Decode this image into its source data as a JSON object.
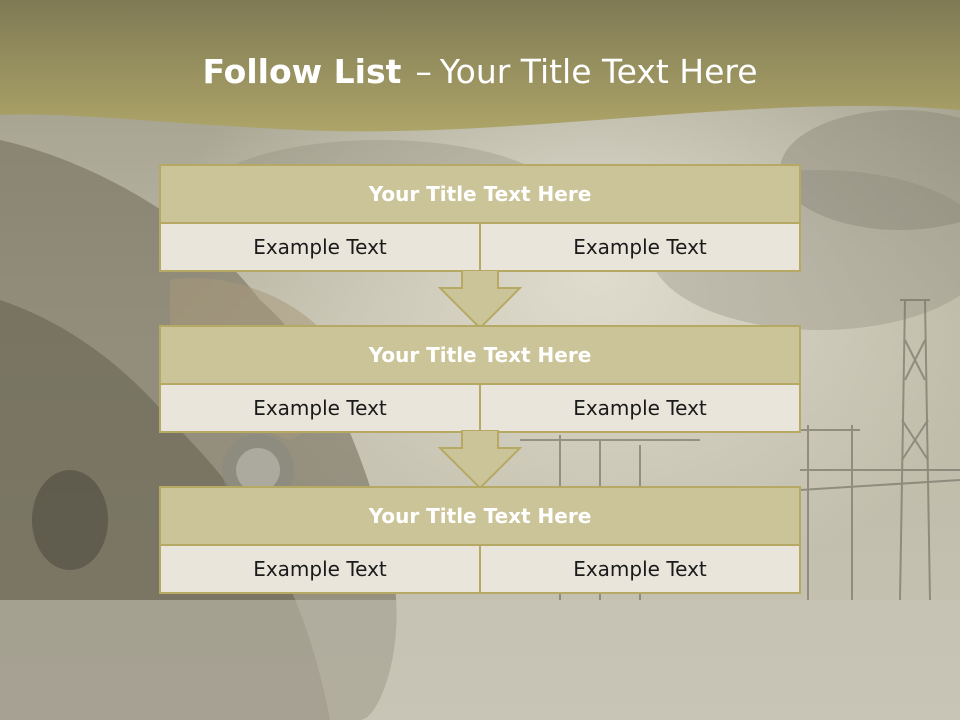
{
  "slide": {
    "title_main": "Follow List",
    "title_dash": "–",
    "title_sub": "Your Title Text Here"
  },
  "blocks": [
    {
      "title": "Your Title Text Here",
      "cells": [
        "Example Text",
        "Example Text"
      ]
    },
    {
      "title": "Your Title Text Here",
      "cells": [
        "Example Text",
        "Example Text"
      ]
    },
    {
      "title": "Your Title Text Here",
      "cells": [
        "Example Text",
        "Example Text"
      ]
    }
  ],
  "colors": {
    "banner": "#9f9560",
    "header_fill": "#cbc498",
    "border": "#b5a963",
    "cell_fill": "#e9e5da",
    "arrow": "#cbc498"
  }
}
